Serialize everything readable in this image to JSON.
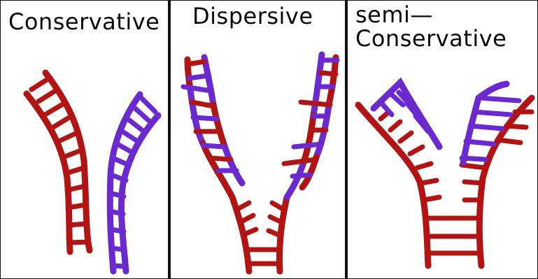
{
  "panels": [
    {
      "title": "Conservative",
      "title_line2": ""
    },
    {
      "title": "Dispersive",
      "title_line2": ""
    },
    {
      "title": "semi—",
      "title_line2": "Conservative"
    }
  ],
  "colors": {
    "parental_strand": "#b21414",
    "new_strand": "#6a2ad0",
    "border": "#111111",
    "background": "#ffffff"
  }
}
